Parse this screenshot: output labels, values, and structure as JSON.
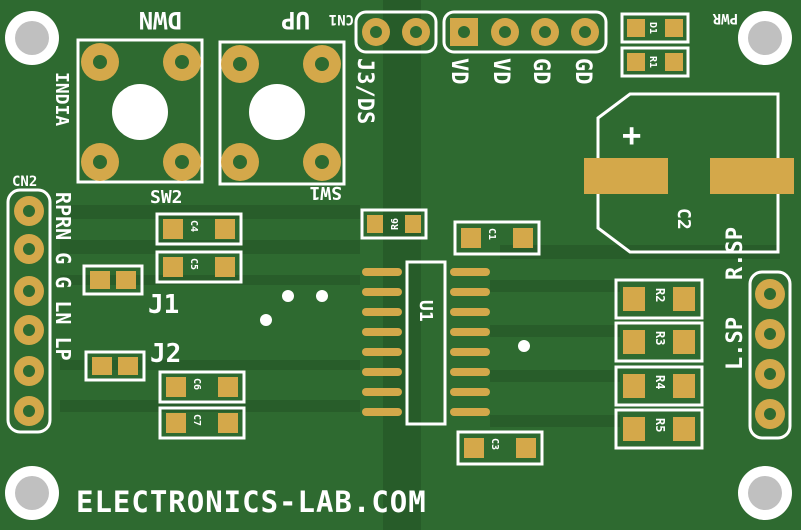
{
  "colors": {
    "board": "#2e6a30",
    "trace": "#255a27",
    "copper": "#d4a84a",
    "silkscreen": "#ffffff",
    "hole": "#c0c0c0"
  },
  "labels": {
    "brand": "ELECTRONICS-LAB.COM",
    "india": "INDIA",
    "sw_dwn": "DWN",
    "sw_up": "UP",
    "sw2": "SW2",
    "sw1": "SW1",
    "cn1": "CN1",
    "cn2": "CN2",
    "pwr": "PWR",
    "d1": "D1",
    "r1": "R1",
    "j1": "J1",
    "j2": "J2",
    "u1": "U1",
    "c2": "C2",
    "c2_plus": "+",
    "lsp": "L.SP",
    "rsp": "R.SP",
    "cn1_pins": [
      "J3/DS",
      "VD",
      "VD",
      "GD",
      "GD"
    ],
    "cn2_pins": "RPRN G G LN LP",
    "caps": [
      "C4",
      "C5",
      "C6",
      "C7",
      "C1",
      "C3"
    ],
    "resistors": [
      "R6",
      "R2",
      "R3",
      "R4",
      "R5"
    ]
  }
}
